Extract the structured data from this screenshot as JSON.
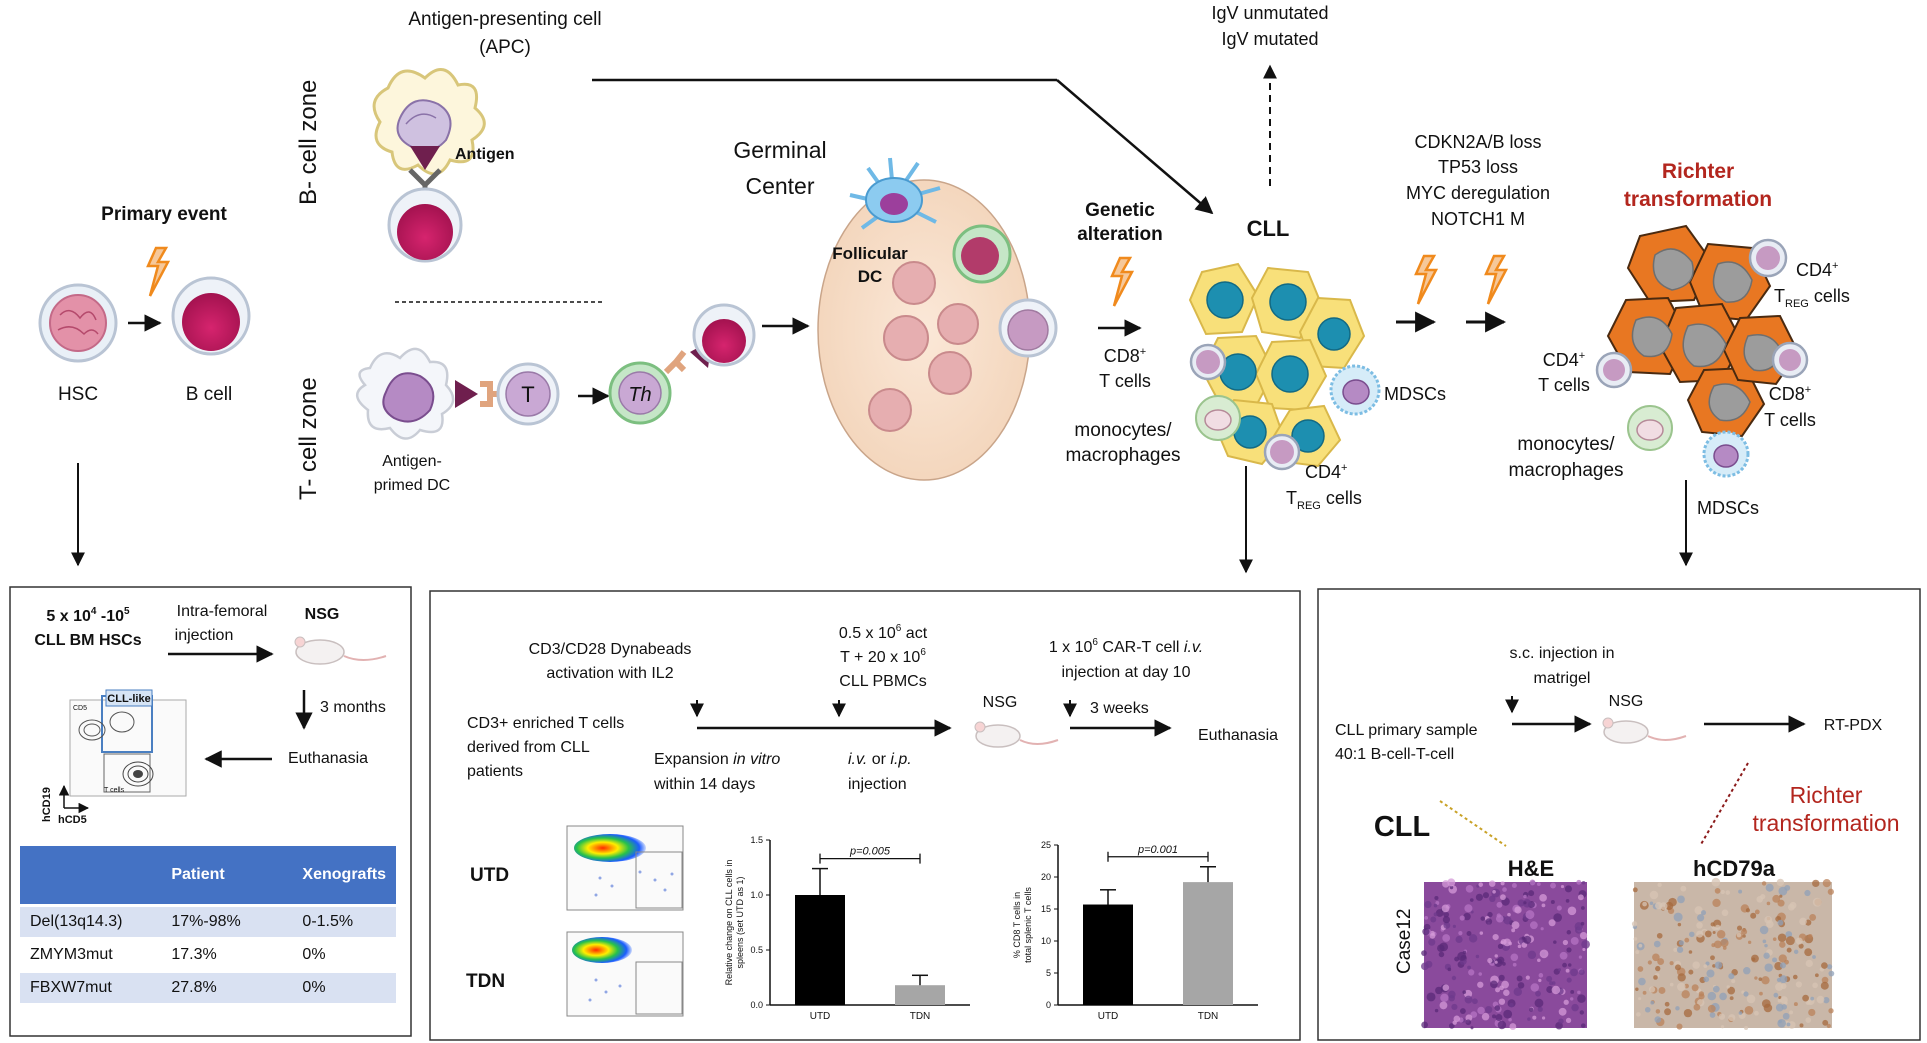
{
  "top": {
    "primary_event": "Primary event",
    "hsc": "HSC",
    "b_cell": "B cell",
    "b_zone": "B- cell zone",
    "t_zone": "T- cell zone",
    "apc_line1": "Antigen-presenting cell",
    "apc_line2": "(APC)",
    "antigen": "Antigen",
    "t_label": "T",
    "th_label": "Th",
    "antigen_primed_1": "Antigen-",
    "antigen_primed_2": "primed DC",
    "germinal_1": "Germinal",
    "germinal_2": "Center",
    "follicular_1": "Follicular",
    "follicular_2": "DC",
    "genetic_1": "Genetic",
    "genetic_2": "alteration",
    "cd8_1": "CD8",
    "cd8_sup": "+",
    "cd8_2": "T cells",
    "cll": "CLL",
    "igv_unmut": "IgV unmutated",
    "igv_mut": "IgV mutated",
    "mono_1": "monocytes/",
    "mono_2": "macrophages",
    "mdscs": "MDSCs",
    "cd4": "CD4",
    "treg_t": "T",
    "treg_sub": "REG",
    "treg_cells": " cells",
    "genes": [
      "CDKN2A/B loss",
      "TP53 loss",
      "MYC deregulation",
      "NOTCH1 M"
    ],
    "richter_1": "Richter",
    "richter_2": "transformation",
    "rt_cd4_1": "CD4",
    "rt_cd4_2": "T cells",
    "rt_cd8_1": "CD8",
    "rt_cd8_2": "T cells"
  },
  "left_panel": {
    "dose_line1": "5 x 10",
    "dose_exp1": "4",
    "dose_mid": " -10",
    "dose_exp2": "5",
    "dose_line2": "CLL BM HSCs",
    "route_1": "Intra-femoral",
    "route_2": "injection",
    "nsg": "NSG",
    "months": "3 months",
    "euthanasia": "Euthanasia",
    "cll_like": "CLL-like",
    "gate_cd5": "CD5",
    "gate_tcells": "T cells",
    "axis_y": "hCD19",
    "axis_x": "hCD5",
    "table_headers": [
      "",
      "Patient",
      "Xenografts"
    ],
    "table_rows": [
      [
        "Del(13q14.3)",
        "17%-98%",
        "0-1.5%"
      ],
      [
        "ZMYM3mut",
        "17.3%",
        "0%"
      ],
      [
        "FBXW7mut",
        "27.8%",
        "0%"
      ]
    ]
  },
  "middle_panel": {
    "dynabeads_1": "CD3/CD28 Dynabeads",
    "dynabeads_2": "activation with IL2",
    "enriched_1": "CD3+ enriched T cells",
    "enriched_2": "derived from CLL",
    "enriched_3": "patients",
    "expansion_1a": "Expansion ",
    "expansion_1b": "in vitro",
    "expansion_2": "within 14 days",
    "act_1a": "0.5 x 10",
    "act_1b": "6",
    "act_1c": " act",
    "act_2a": "T + 20 x 10",
    "act_2b": "6",
    "act_3": "CLL PBMCs",
    "route_1a": "i.v.",
    "route_1b": " or ",
    "route_1c": "i.p.",
    "route_2": "injection",
    "nsg": "NSG",
    "car_1a": "1 x 10",
    "car_1b": "6",
    "car_1c": " CAR-T cell ",
    "car_1d": "i.v.",
    "car_2": "injection at day 10",
    "weeks": "3 weeks",
    "euthanasia": "Euthanasia",
    "utd": "UTD",
    "tdn": "TDN"
  },
  "chart_data": [
    {
      "type": "bar",
      "categories": [
        "UTD",
        "TDN"
      ],
      "values": [
        1.0,
        0.18
      ],
      "errors": [
        0.24,
        0.09
      ],
      "bar_colors": [
        "#000000",
        "#a6a6a6"
      ],
      "ylabel": "Relative change on CLL cells in spleens (set UTD as 1)",
      "yticks": [
        "0.0",
        "0.5",
        "1.0",
        "1.5"
      ],
      "ylim": [
        0,
        1.5
      ],
      "p_value": "p=0.005"
    },
    {
      "type": "bar",
      "categories": [
        "UTD",
        "TDN"
      ],
      "values": [
        15.7,
        19.2
      ],
      "errors": [
        2.3,
        2.4
      ],
      "bar_colors": [
        "#000000",
        "#a6a6a6"
      ],
      "ylabel": "% CD8 T cells in total splenic T cells",
      "yticks": [
        "0",
        "5",
        "10",
        "15",
        "20",
        "25"
      ],
      "ylim": [
        0,
        25
      ],
      "p_value": "p=0.001"
    }
  ],
  "right_panel": {
    "sc_1": "s.c. injection in",
    "sc_2": "matrigel",
    "sample_1": "CLL primary sample",
    "sample_2": "40:1 B-cell-T-cell",
    "nsg": "NSG",
    "rt_pdx": "RT-PDX",
    "cll": "CLL",
    "richter_1": "Richter",
    "richter_2": "transformation",
    "he": "H&E",
    "hcd79a": "hCD79a",
    "case": "Case12"
  },
  "colors": {
    "accent_red": "#b3261e",
    "table_header": "#4472c4",
    "table_shade": "#d9e1f2",
    "cll_cell": "#f5d76e",
    "rt_cell": "#e87722",
    "bolt": "#f08a1d"
  }
}
